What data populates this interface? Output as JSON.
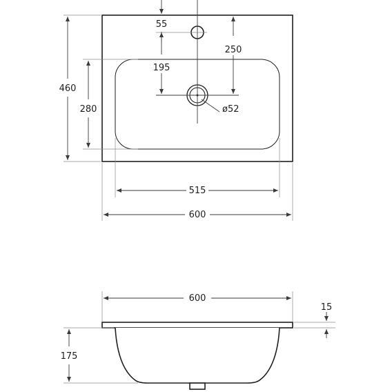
{
  "top_view": {
    "width_outer": "600",
    "width_inner": "515",
    "depth_outer": "460",
    "depth_inner": "280",
    "tap_hole_offset": "55",
    "drain_offset_from_tap": "195",
    "drain_offset_vertical": "250",
    "drain_diameter": "ø52"
  },
  "side_view": {
    "width": "600",
    "rim_thickness": "15",
    "bowl_depth": "175"
  }
}
